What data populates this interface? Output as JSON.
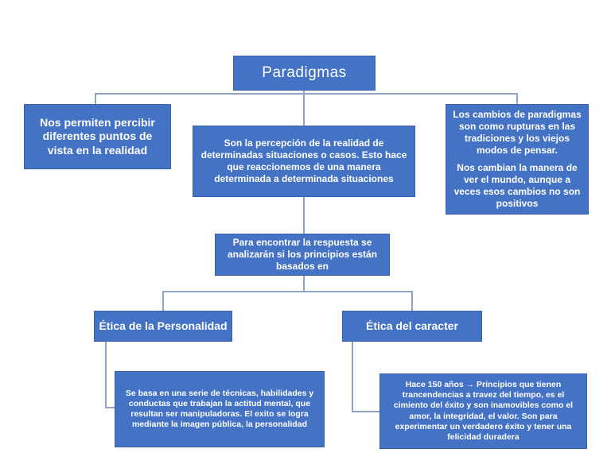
{
  "diagram": {
    "type": "hierarchy-concept-map",
    "root": {
      "label": "Paradigmas"
    },
    "nodes": {
      "left": {
        "text": "Nos permiten percibir diferentes puntos de vista en la realidad"
      },
      "center": {
        "text": "Son la percepción de la realidad de determinadas situaciones o casos. Esto hace que reaccionemos de una manera determinada a determinada situaciones"
      },
      "right": {
        "p1": "Los cambios de paradigmas son como rupturas en las tradiciones y los viejos modos de pensar.",
        "p2": "Nos cambian la manera de ver el mundo, aunque a veces esos cambios no son positivos"
      },
      "question": {
        "text": "Para encontrar la respuesta se analizarán si los principios están basados en"
      },
      "ethics_personality": {
        "label": "Ética de la Personalidad"
      },
      "ethics_character": {
        "label": "Ética del caracter"
      },
      "personality_detail": {
        "text": "Se basa en una serie de técnicas, habilidades y conductas que trabajan la actitud mental, que resultan ser manipuladoras. El exito se logra mediante la imagen pública, la personalidad"
      },
      "character_detail": {
        "text": "Hace 150 años → Principios que tienen trancendencias a travez del tiempo, es el cimiento del éxito y son inamovibles como el amor, la integridad, el valor. Son para experimentar un verdadero éxito y tener una felicidad duradera"
      }
    },
    "colors": {
      "node_fill": "#4472C4",
      "node_border": "#3A62AE",
      "connector": "#8EA3C6",
      "text": "#FFFFFF",
      "background": "#FFFFFF"
    }
  }
}
